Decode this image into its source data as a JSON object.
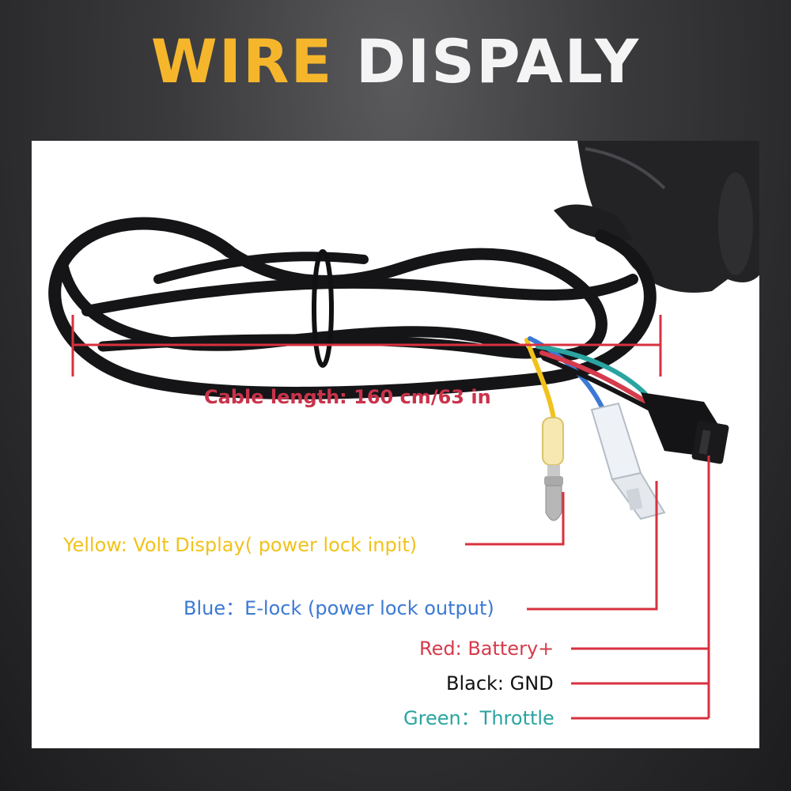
{
  "title": {
    "word1": "WIRE",
    "word2": "DISPALY"
  },
  "cable_length": {
    "text": "Cable length: 160 cm/63 in"
  },
  "wires": [
    {
      "text": "Yellow:  Volt Display( power lock inpit)",
      "color": "#f1c21b"
    },
    {
      "text": "Blue：E-lock (power lock output)",
      "color": "#3b79d4"
    },
    {
      "text": "Red:  Battery+",
      "color": "#d53b4c"
    },
    {
      "text": "Black:  GND",
      "color": "#111111"
    },
    {
      "text": "Green：Throttle",
      "color": "#2aa4a0"
    }
  ],
  "colors": {
    "title_accent": "#f6b62c",
    "title_main": "#f4f4f4",
    "leader_line": "#d8313f"
  }
}
